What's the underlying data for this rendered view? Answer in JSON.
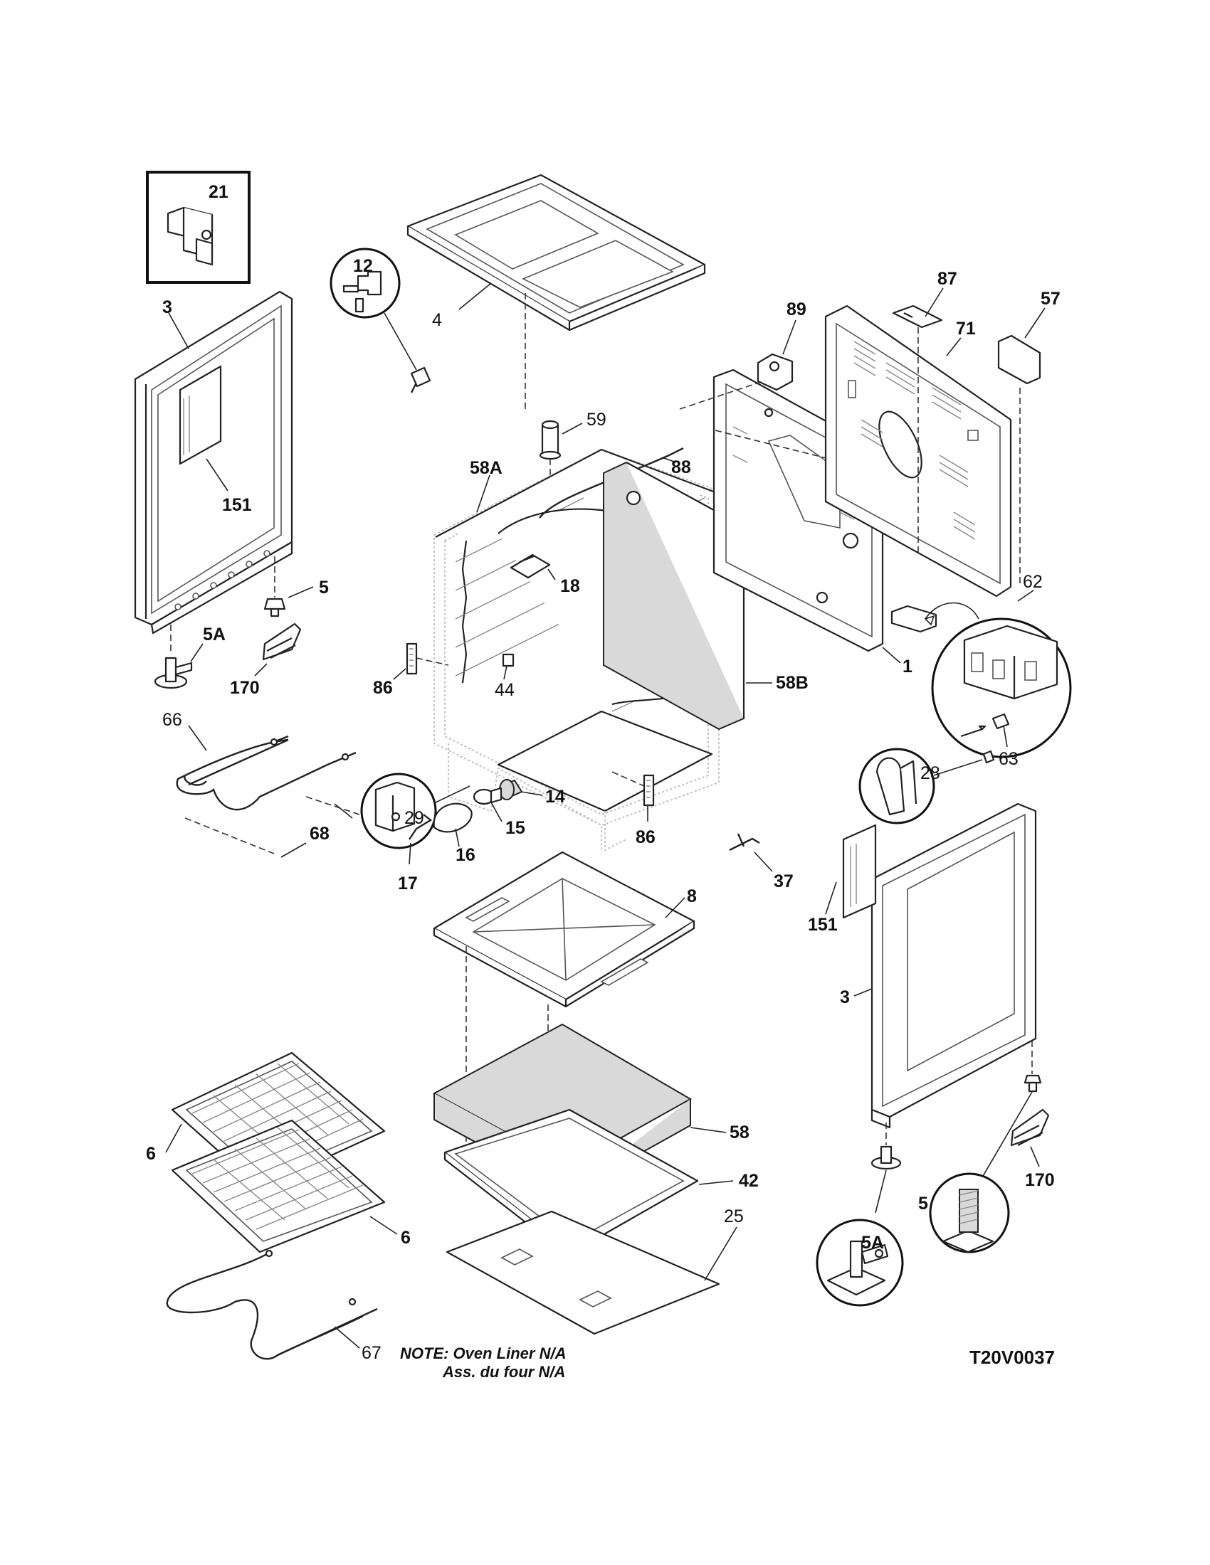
{
  "callouts": {
    "c21": "21",
    "c3_left": "3",
    "c4": "4",
    "c151_left": "151",
    "c12": "12",
    "c58a": "58A",
    "c59": "59",
    "c88": "88",
    "c89": "89",
    "c87": "87",
    "c57": "57",
    "c71": "71",
    "c18": "18",
    "c5_left": "5",
    "c5a_left": "5A",
    "c170_left": "170",
    "c86_left": "86",
    "c44": "44",
    "c58b": "58B",
    "c1": "1",
    "c62": "62",
    "c63": "63",
    "c66": "66",
    "c29": "29",
    "c14": "14",
    "c15": "15",
    "c68": "68",
    "c16": "16",
    "c17": "17",
    "c86_right": "86",
    "c28": "28",
    "c37": "37",
    "c8": "8",
    "c151_right": "151",
    "c3_right": "3",
    "c58": "58",
    "c6_top": "6",
    "c42": "42",
    "c6_bottom": "6",
    "c25": "25",
    "c170_right": "170",
    "c5_right": "5",
    "c5a_right": "5A",
    "c67": "67"
  },
  "note": {
    "line1": "NOTE: Oven Liner N/A",
    "line2": "Ass. du four N/A"
  },
  "drawing_code": "T20V0037"
}
